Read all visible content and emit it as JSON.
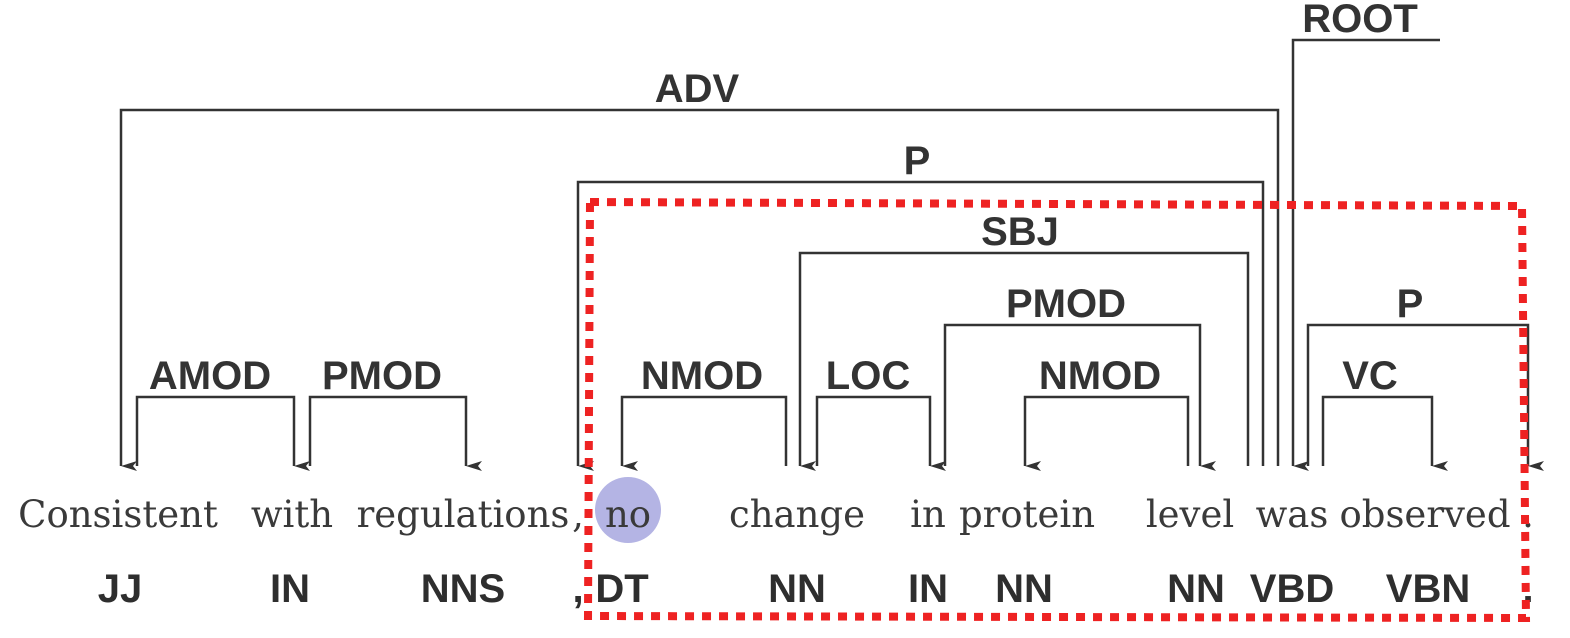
{
  "diagram": {
    "tokens": [
      {
        "word": "Consistent",
        "tag": "JJ"
      },
      {
        "word": "with",
        "tag": "IN"
      },
      {
        "word": "regulations",
        "tag": "NNS"
      },
      {
        "word": ",",
        "tag": ","
      },
      {
        "word": "no",
        "tag": "DT"
      },
      {
        "word": "change",
        "tag": "NN"
      },
      {
        "word": "in",
        "tag": "IN"
      },
      {
        "word": "protein",
        "tag": "NN"
      },
      {
        "word": "level",
        "tag": "NN"
      },
      {
        "word": "was",
        "tag": "VBD"
      },
      {
        "word": "observed",
        "tag": "VBN"
      },
      {
        "word": ".",
        "tag": "."
      }
    ],
    "root": {
      "label": "ROOT",
      "dep": 9
    },
    "arcs": [
      {
        "label": "ADV",
        "head": 9,
        "dep": 0
      },
      {
        "label": "P",
        "head": 9,
        "dep": 3
      },
      {
        "label": "SBJ",
        "head": 9,
        "dep": 5
      },
      {
        "label": "PMOD",
        "head": 6,
        "dep": 8
      },
      {
        "label": "P",
        "head": 9,
        "dep": 11
      },
      {
        "label": "AMOD",
        "head": 0,
        "dep": 1
      },
      {
        "label": "PMOD",
        "head": 1,
        "dep": 2
      },
      {
        "label": "NMOD",
        "head": 5,
        "dep": 4
      },
      {
        "label": "LOC",
        "head": 5,
        "dep": 6
      },
      {
        "label": "NMOD",
        "head": 8,
        "dep": 7
      },
      {
        "label": "VC",
        "head": 9,
        "dep": 10
      }
    ],
    "highlight_token": 4,
    "colors": {
      "highlight_circle": "#b4b4e4",
      "highlight_word": "#2a2a80",
      "box": "#ee2222",
      "lines": "#333333"
    }
  }
}
